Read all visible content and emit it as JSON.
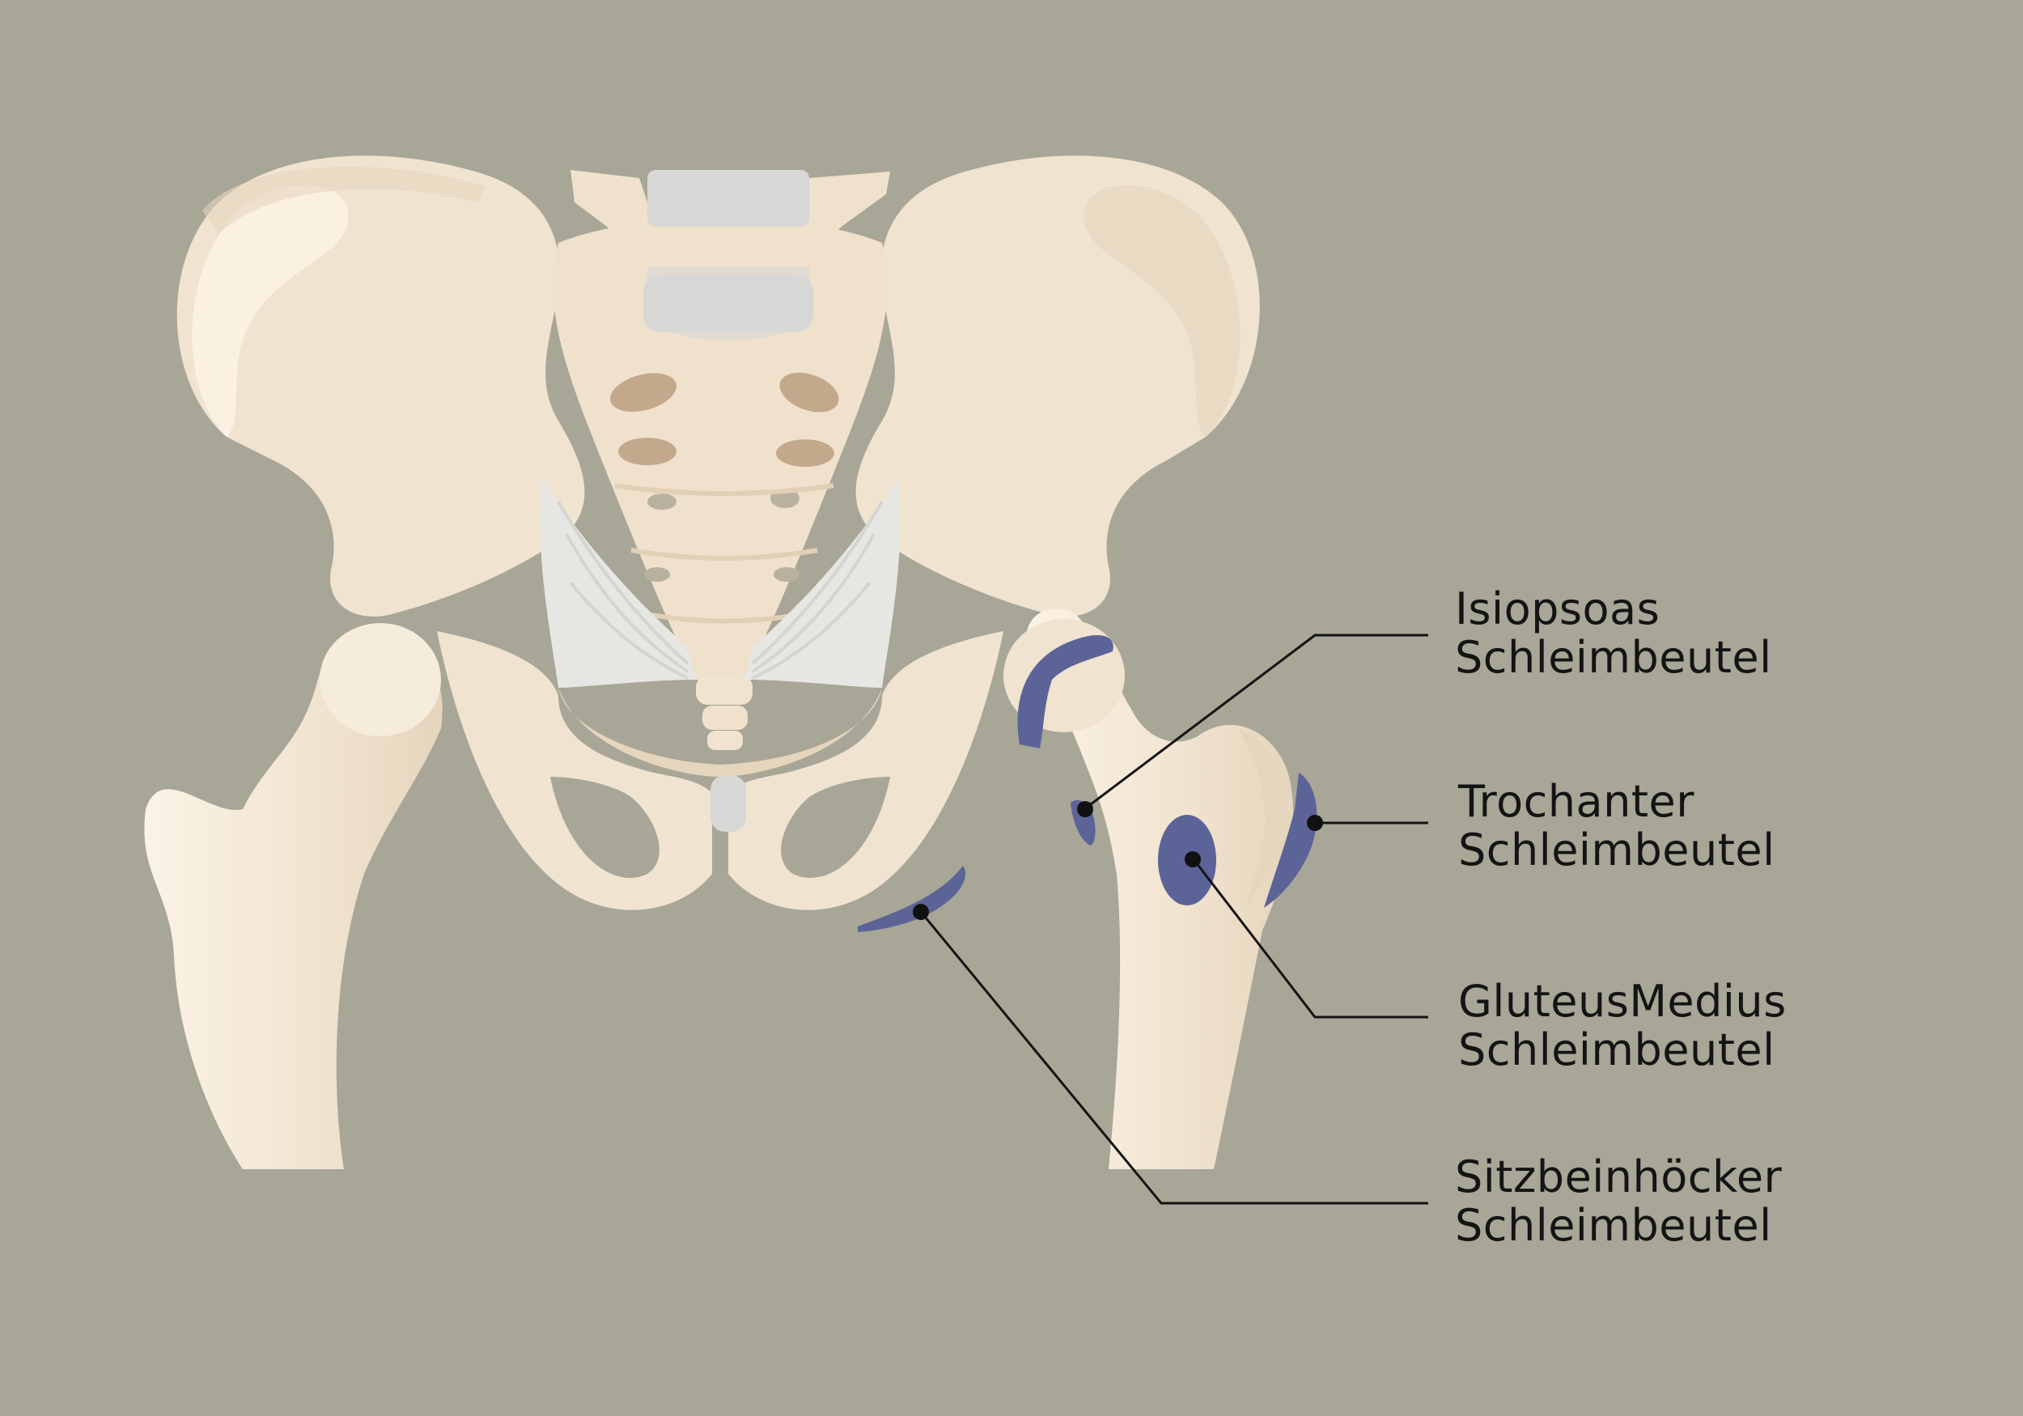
{
  "labels": {
    "iliopsoas": {
      "line1": "Isiopsoas",
      "line2": "Schleimbeutel"
    },
    "trochanter": {
      "line1": "Trochanter",
      "line2": "Schleimbeutel"
    },
    "gluteus_medius": {
      "line1": "GluteusMedius",
      "line2": "Schleimbeutel"
    },
    "sitzbeinhoecker": {
      "line1": "Sitzbeinhöcker",
      "line2": "Schleimbeutel"
    }
  },
  "colors": {
    "background": "#a7a697",
    "bone": "#f0e3cf",
    "bone_shade": "#e6d5bd",
    "bone_highlight": "#fbf3e6",
    "cartilage": "#d7d7d5",
    "ligament": "#e6e6e3",
    "foramen": "#c4a88c",
    "bursa": "#5c6397",
    "leader_line": "#141414"
  }
}
